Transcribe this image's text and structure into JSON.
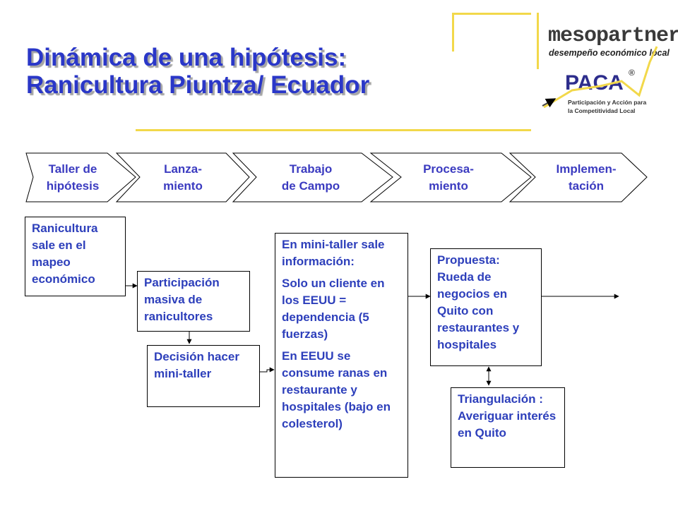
{
  "title": {
    "line1": "Dinámica de una hipótesis:",
    "line2": "Ranicultura Piuntza/ Ecuador"
  },
  "logo": {
    "brand": "mesopartner",
    "tagline": "desempeño económico local",
    "paca": "PACA",
    "registered": "®",
    "paca_line1": "Participación y Acción para",
    "paca_line2": "la Competitividad Local"
  },
  "stages": [
    {
      "line1": "Taller de",
      "line2": "hipótesis"
    },
    {
      "line1": "Lanza-",
      "line2": "miento"
    },
    {
      "line1": "Trabajo",
      "line2": "de Campo"
    },
    {
      "line1": "Procesa-",
      "line2": "miento"
    },
    {
      "line1": "Implemen-",
      "line2": "tación"
    }
  ],
  "boxes": {
    "ranicultura": "Ranicultura sale en el mapeo económico",
    "participacion": "Participación masiva de ranicultores",
    "decision": "Decisión hacer mini-taller",
    "minitaller": {
      "p1": "En mini-taller sale información:",
      "p2": "Solo un cliente en los EEUU = dependencia (5 fuerzas)",
      "p3": "En EEUU se consume ranas en restaurante y hospitales (bajo en colesterol)"
    },
    "propuesta": "Propuesta: Rueda de negocios en Quito con restaurantes y hospitales",
    "triangulacion": "Triangulación : Averiguar interés en Quito"
  },
  "colors": {
    "title": "#2a37c8",
    "text": "#2d3fbb",
    "accent_line": "#f2d84a"
  }
}
